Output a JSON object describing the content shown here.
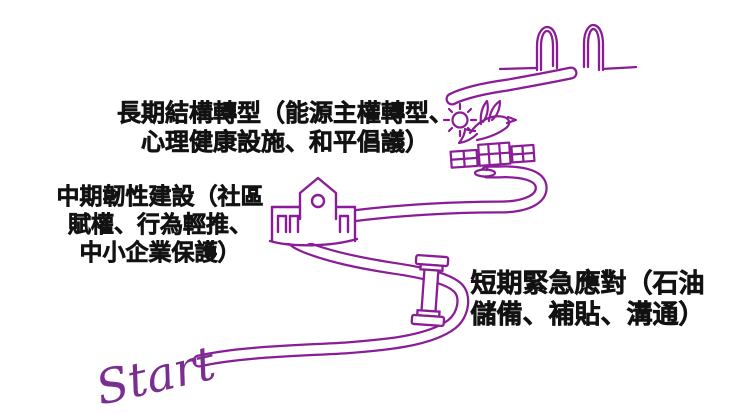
{
  "colors": {
    "accent_purple": "#8A1D97",
    "start_script_purple": "#7B2E91",
    "label_text": "#121212",
    "background": "#FFFFFF"
  },
  "start_label": "Start",
  "milestones": {
    "short_term": {
      "lines": [
        "短期緊急應對（石油",
        "儲備、補貼、溝通）"
      ],
      "icon": "column-icon"
    },
    "mid_term": {
      "lines": [
        "中期韌性建設（社區",
        "賦權、行為輕推、",
        "中小企業保護）"
      ],
      "icon": "community-building-icon"
    },
    "long_term": {
      "lines": [
        "長期結構轉型（能源主權轉型、",
        "心理健康設施、和平倡議）"
      ],
      "icons": [
        "sun-icon",
        "dove-icon",
        "solar-panel-icon"
      ]
    },
    "destination": {
      "icon": "gate-icon"
    },
    "path": "winding-road-line"
  }
}
